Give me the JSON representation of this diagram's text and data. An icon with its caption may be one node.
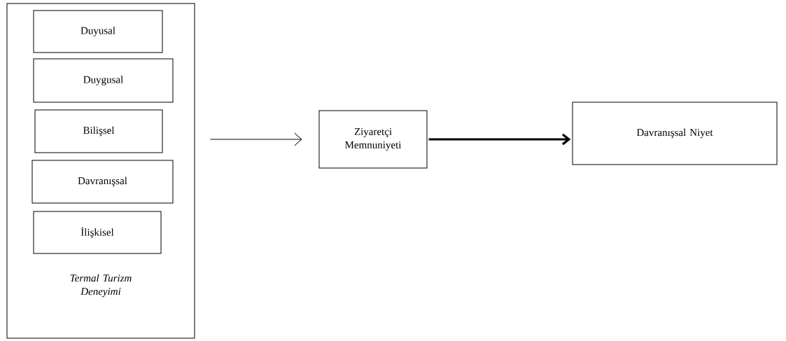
{
  "diagram": {
    "nodes": [
      {
        "text": [
          "*Termal Turizm Deneyimi*"
        ]
      },
      {
        "text": [
          "Duyusal"
        ],
        "in": 0
      },
      {
        "text": [
          "Duygusal"
        ],
        "in": 0
      },
      {
        "text": [
          "Bilişsel"
        ],
        "in": 0
      },
      {
        "text": [
          "Davranışsal"
        ],
        "in": 0
      },
      {
        "text": [
          "İlişkisel"
        ],
        "in": 0
      },
      {
        "text": [
          "Ziyaretçi Memnuniyeti"
        ]
      },
      {
        "text": [
          "Davranışsal Niyet"
        ]
      }
    ],
    "edges": [
      {
        "from": 0,
        "to": 6,
        "arrow": "to"
      },
      {
        "from": 6,
        "to": 7,
        "arrow": "to",
        "style": "thick"
      }
    ]
  }
}
